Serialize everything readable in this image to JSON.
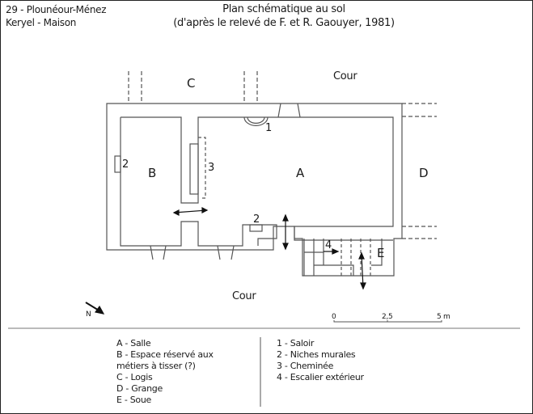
{
  "header": {
    "location_line1": "29 - Plounéour-Ménez",
    "location_line2": "Keryel - Maison",
    "title_line1": "Plan schématique au sol",
    "title_line2": "(d'après le relevé de F. et R. Gaouyer, 1981)"
  },
  "plan": {
    "area_labels": {
      "A": "A",
      "B": "B",
      "C": "C",
      "D": "D",
      "E": "E"
    },
    "courtyard_top": "Cour",
    "courtyard_bottom": "Cour",
    "feature_labels": {
      "saloir": "1",
      "niche_west": "2",
      "niche_south": "2",
      "cheminee": "3",
      "escalier": "4"
    },
    "north_label": "N",
    "scale_bar": {
      "ticks": [
        "0",
        "2,5",
        "5 m"
      ]
    }
  },
  "legend": {
    "areas": [
      "A - Salle",
      "B - Espace réservé aux",
      "métiers à tisser (?)",
      "C - Logis",
      "D - Grange",
      "E - Soue"
    ],
    "features": [
      "1 - Saloir",
      "2 - Niches murales",
      "3 - Cheminée",
      "4 - Escalier extérieur"
    ]
  },
  "colors": {
    "line": "#555555",
    "text": "#1a1a1a",
    "frame": "#222222"
  }
}
